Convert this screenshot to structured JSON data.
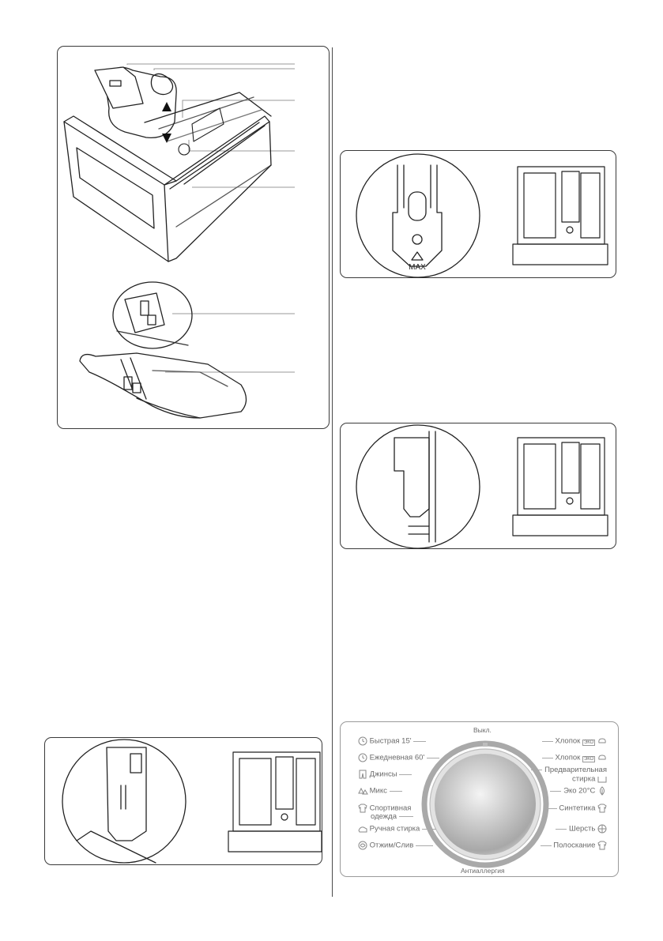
{
  "icons": {
    "clock": "clock-icon",
    "jeans": "jeans-icon",
    "mix": "mix-icon",
    "sport": "sportswear-icon",
    "hand": "hand-wash-icon",
    "spin": "spin-drain-icon",
    "eco": "eco-leaf-icon",
    "synthetic": "shirt-icon",
    "wool": "wool-ball-icon",
    "rinse": "rinse-icon"
  },
  "drawer_figure": {
    "max_marker": "MAX"
  },
  "dial": {
    "top_label": "Выкл.",
    "bottom_label": "Антиаллергия",
    "left_programs": [
      {
        "label": "Быстрая 15'",
        "icon": "clock-icon"
      },
      {
        "label": "Ежедневная 60'",
        "icon": "clock-icon"
      },
      {
        "label": "Джинсы",
        "icon": "jeans-icon"
      },
      {
        "label": "Микс",
        "icon": "mix-icon"
      },
      {
        "label": "Спортивная",
        "label2": "одежда",
        "icon": "sportswear-icon"
      },
      {
        "label": "Ручная стирка",
        "icon": "hand-wash-icon"
      },
      {
        "label": "Отжим/Слив",
        "icon": "spin-drain-icon"
      }
    ],
    "right_programs": [
      {
        "label": "Хлопок",
        "badge": "ЭКО",
        "icon": "cotton-eco-icon"
      },
      {
        "label": "Хлопок",
        "badge": "ЭКО",
        "icon": "cotton-eco-icon"
      },
      {
        "label": "Предварительная",
        "label2": "стирка",
        "icon": "prewash-icon"
      },
      {
        "label": "Эко 20°C",
        "icon": "eco-leaf-icon"
      },
      {
        "label": "Синтетика",
        "icon": "shirt-icon"
      },
      {
        "label": "Шерсть",
        "icon": "wool-ball-icon"
      },
      {
        "label": "Полоскание",
        "icon": "rinse-icon"
      }
    ]
  }
}
